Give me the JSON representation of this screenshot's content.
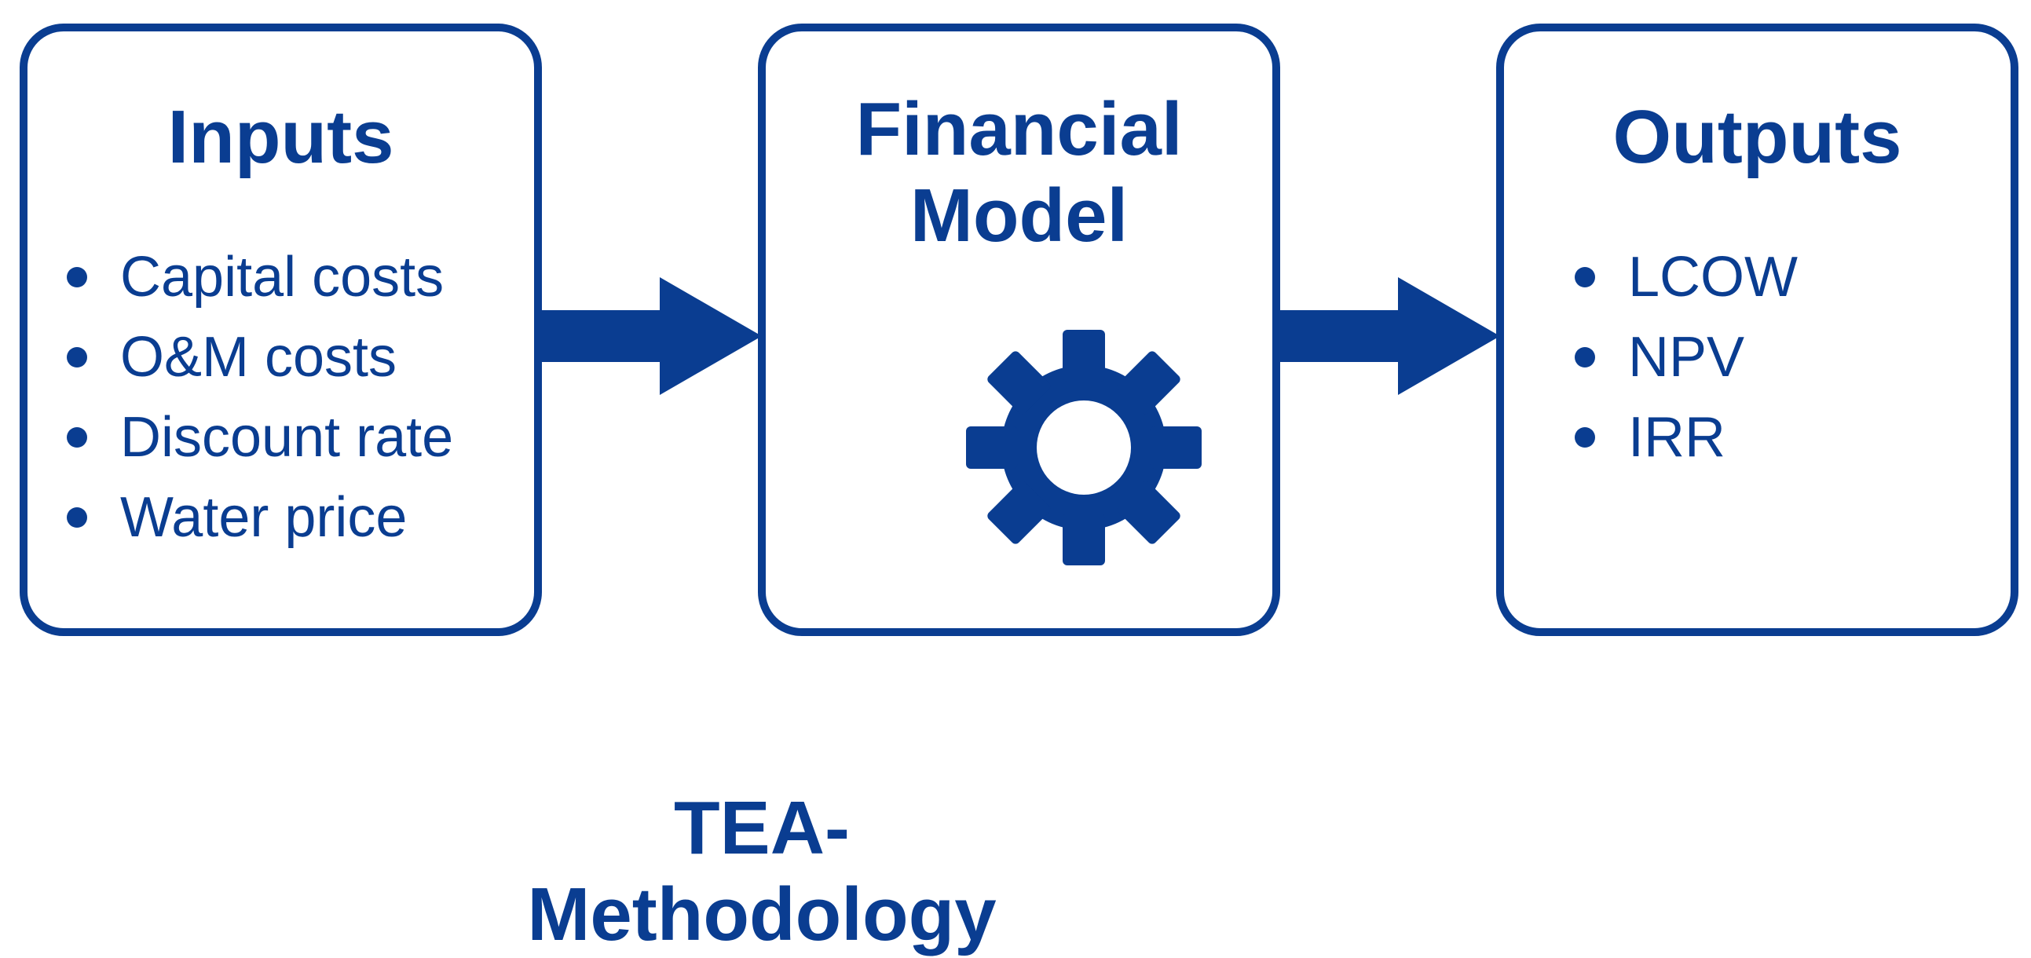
{
  "colors": {
    "primary": "#0a3d91",
    "background": "#ffffff"
  },
  "inputs": {
    "title": "Inputs",
    "items": [
      "Capital costs",
      "O&M costs",
      "Discount rate",
      "Water price"
    ]
  },
  "model": {
    "title": "Financial\nModel",
    "icon": "gear-icon"
  },
  "outputs": {
    "title": "Outputs",
    "items": [
      "LCOW",
      "NPV",
      "IRR"
    ]
  },
  "caption": "TEA-Methodology"
}
